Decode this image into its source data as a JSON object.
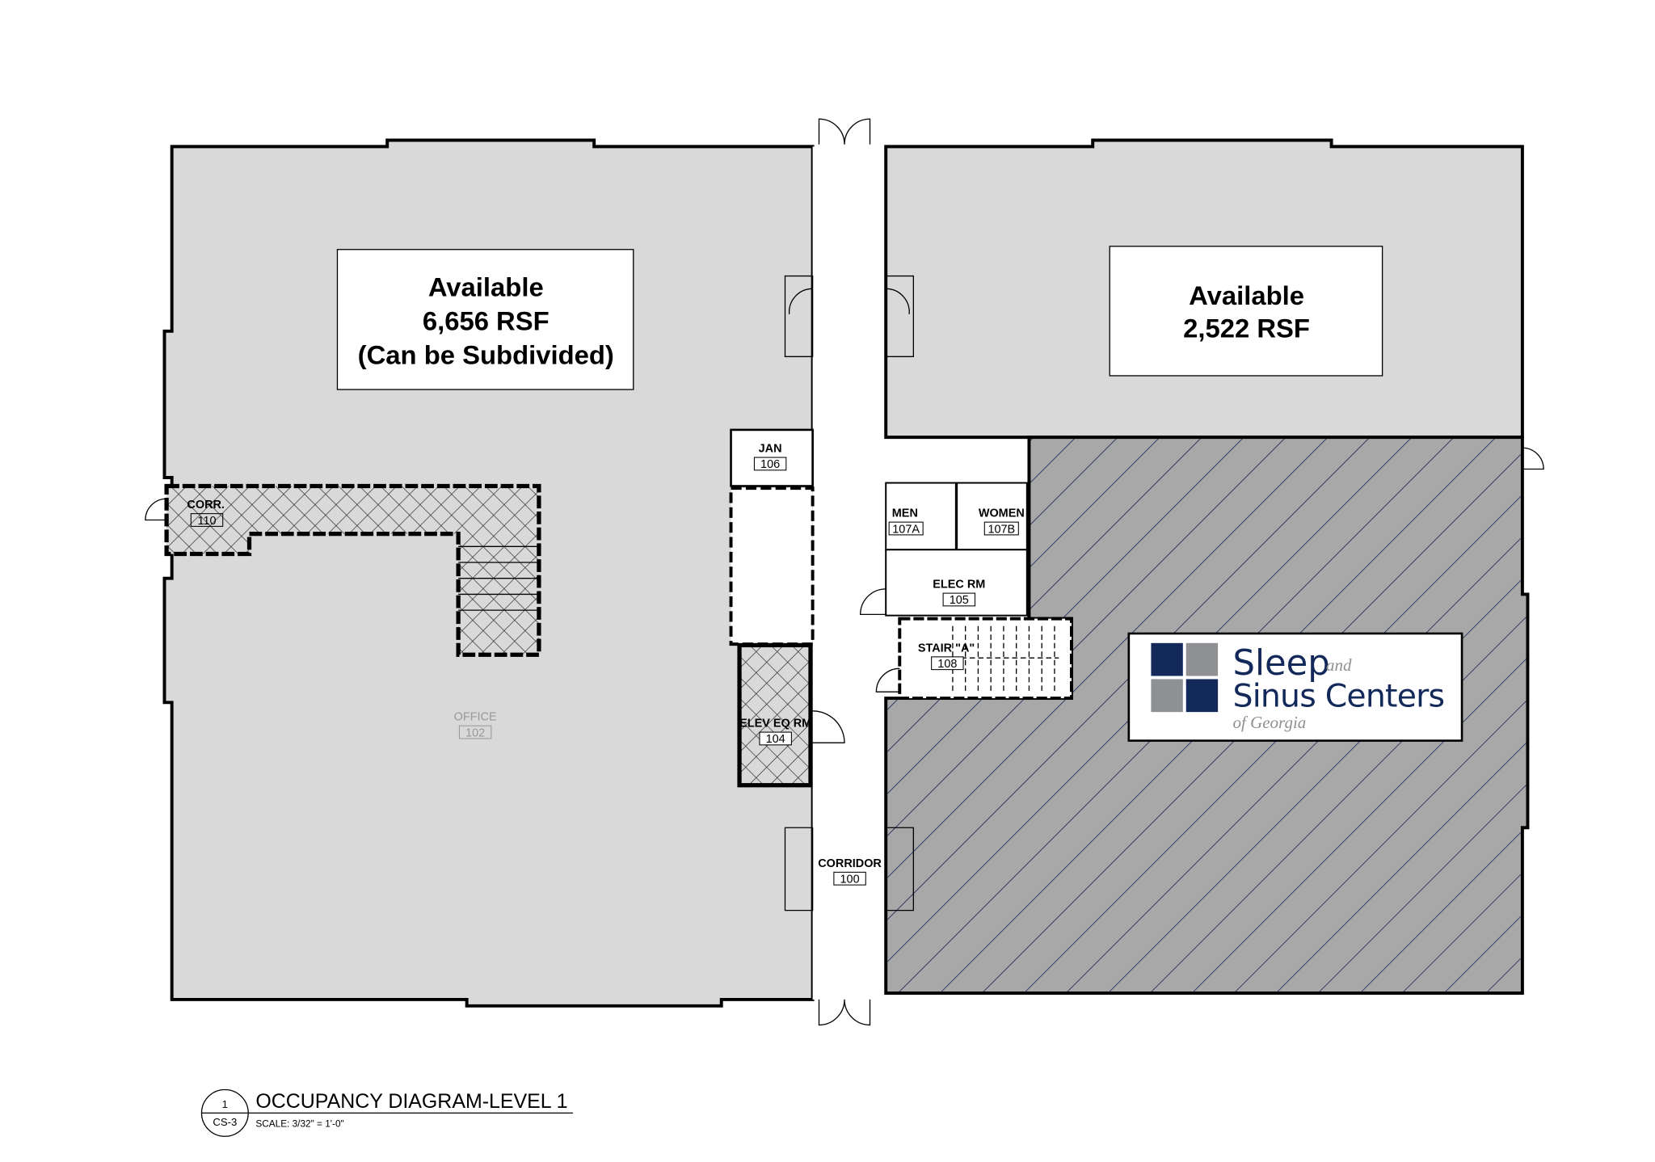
{
  "colors": {
    "available_fill": "#d9d9d9",
    "occupied_fill": "#a8a8a8",
    "hatch": "#1f2d5a",
    "logo_navy": "#12295a",
    "logo_gray": "#8e9093"
  },
  "available_left": {
    "line1": "Available",
    "line2": "6,656 RSF",
    "line3": "(Can be Subdivided)"
  },
  "available_right": {
    "line1": "Available",
    "line2": "2,522 RSF"
  },
  "rooms": {
    "corr": {
      "name": "CORR.",
      "num": "110"
    },
    "office": {
      "name": "OFFICE",
      "num": "102"
    },
    "jan": {
      "name": "JAN",
      "num": "106"
    },
    "men": {
      "name": "MEN",
      "num": "107A"
    },
    "women": {
      "name": "WOMEN",
      "num": "107B"
    },
    "elec": {
      "name": "ELEC RM",
      "num": "105"
    },
    "stair": {
      "name": "STAIR \"A\"",
      "num": "108"
    },
    "elev": {
      "name": "ELEV EQ RM",
      "num": "104"
    },
    "corridor": {
      "name": "CORRIDOR",
      "num": "100"
    }
  },
  "logo": {
    "line1": "Sleep",
    "and": "and",
    "line2": "Sinus Centers",
    "line3": "of Georgia"
  },
  "title_block": {
    "detail_num": "1",
    "sheet": "CS-3",
    "title": "OCCUPANCY DIAGRAM-LEVEL 1",
    "scale": "SCALE:  3/32\" = 1'-0\""
  }
}
